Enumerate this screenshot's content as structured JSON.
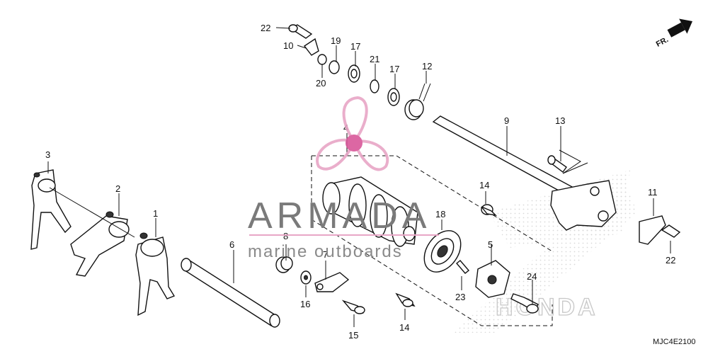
{
  "callouts": [
    "22",
    "10",
    "19",
    "17",
    "21",
    "17",
    "12",
    "20",
    "9",
    "13",
    "4",
    "3",
    "2",
    "1",
    "14",
    "11",
    "18",
    "6",
    "8",
    "7",
    "5",
    "24",
    "16",
    "23",
    "22",
    "14",
    "15"
  ],
  "watermark": {
    "main": "ARMADA",
    "sub": "marine outboards"
  },
  "brand_logo": {
    "text": "HONDA"
  },
  "direction_label": "FR.",
  "diagram_code": "MJC4E2100",
  "colors": {
    "logo_pink": "#e8a6c6",
    "logo_pink_dark": "#d9579a",
    "ink": "#111111",
    "watermark_gray": "#7a7a7a"
  },
  "icons": [
    "propeller-logo-icon",
    "front-direction-arrow-icon"
  ]
}
